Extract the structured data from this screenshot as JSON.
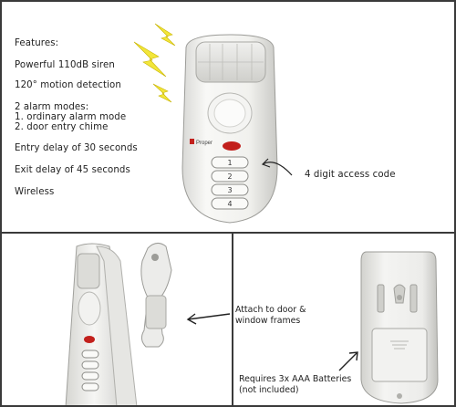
{
  "features": {
    "heading": "Features:",
    "items": [
      "Powerful 110dB siren",
      "120° motion detection",
      "2 alarm modes:",
      "1. ordinary alarm mode",
      "2. door entry chime",
      "Entry delay of 30 seconds",
      "Exit delay of 45 seconds",
      "Wireless"
    ]
  },
  "device": {
    "brand": "Proper",
    "keys": [
      "1",
      "2",
      "3",
      "4"
    ]
  },
  "callouts": {
    "access_code": "4 digit access code",
    "attach_line1": "Attach to door &",
    "attach_line2": "window frames",
    "battery_line1": "Requires 3x AAA Batteries",
    "battery_line2": "(not included)"
  },
  "colors": {
    "lightning": "#f2e63a",
    "indicator": "#c2201c",
    "border": "#3a3a3a"
  }
}
